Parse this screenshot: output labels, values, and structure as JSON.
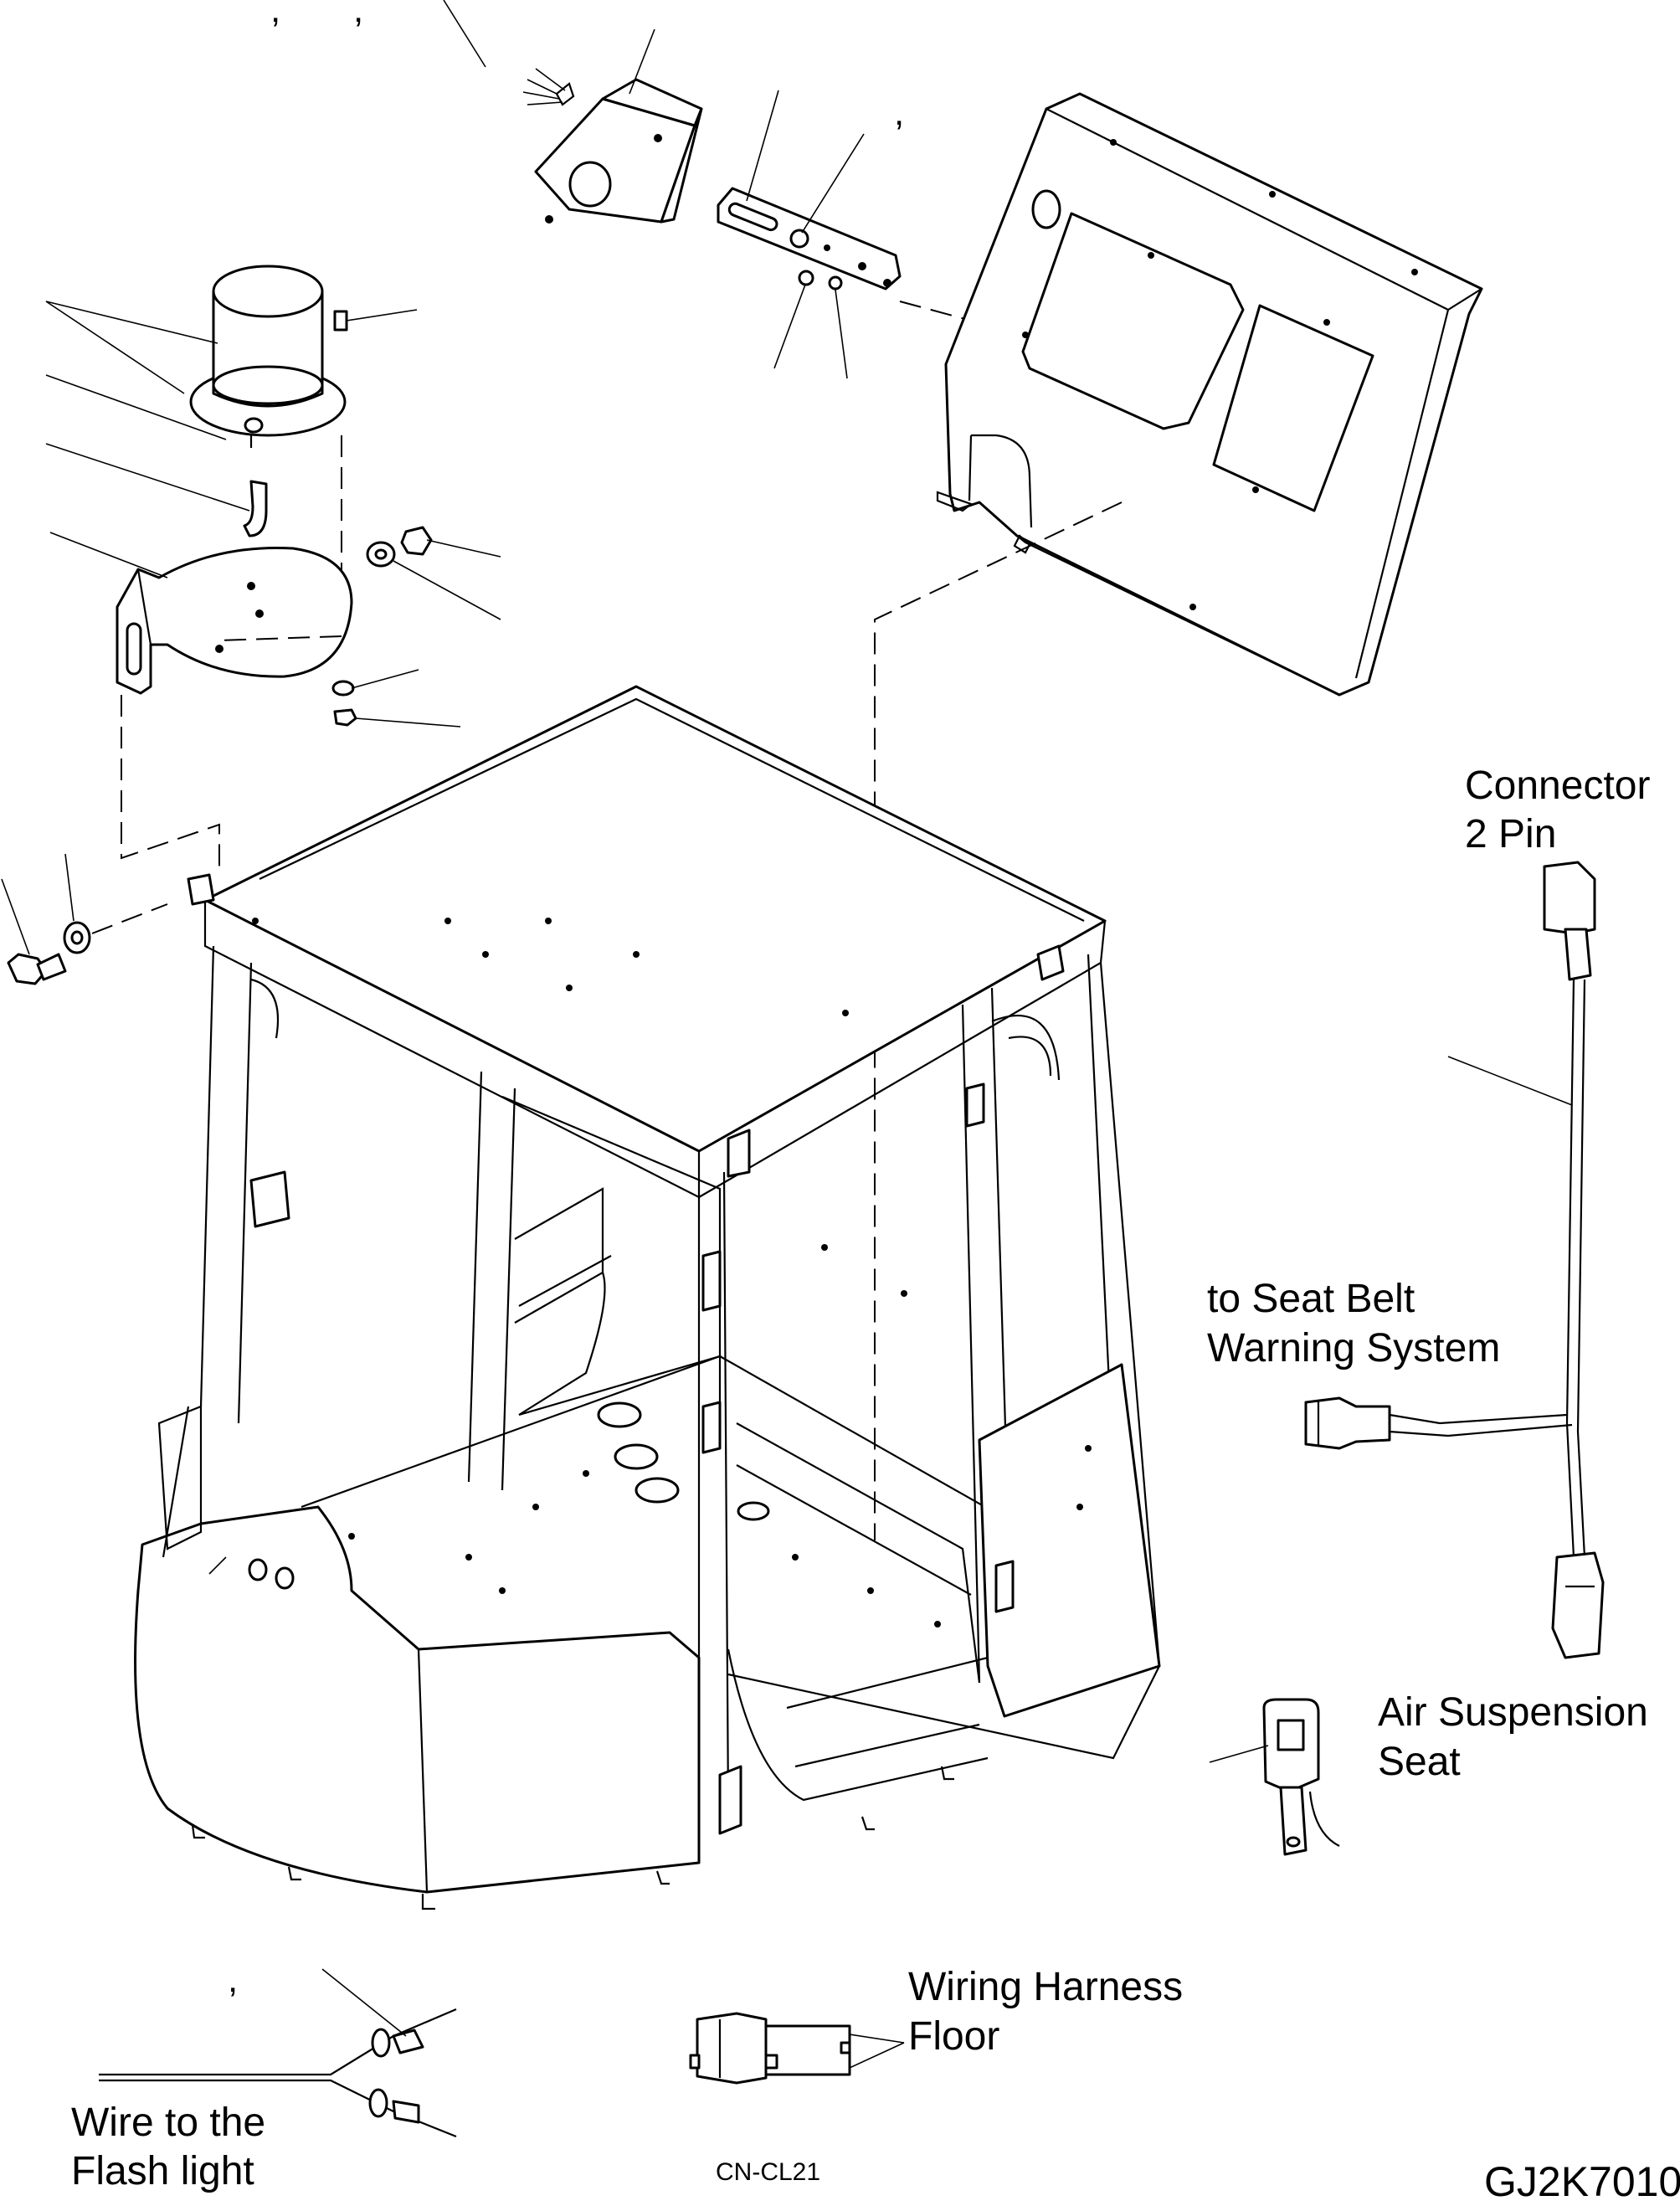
{
  "labels": {
    "connector_line1": "Connector",
    "connector_line2": "2 Pin",
    "seatbelt_line1": "to Seat Belt",
    "seatbelt_line2": "Warning System",
    "airseat_line1": "Air Suspension",
    "airseat_line2": "Seat",
    "harness_line1": "Wiring Harness",
    "harness_line2": "Floor",
    "wire_line1": "Wire to the",
    "wire_line2": "Flash light",
    "connector_code": "CN-CL21",
    "drawing_code": "GJ2K7010"
  },
  "marks": {
    "comma": ","
  },
  "icons": [
    "flashing-beacon",
    "switch-box",
    "switch-bracket",
    "rear-cover-panel",
    "beacon-mount-bracket",
    "cab-frame",
    "seat-belt-harness",
    "seat-belt-buckle",
    "floor-harness-connector",
    "flash-light-wire"
  ]
}
